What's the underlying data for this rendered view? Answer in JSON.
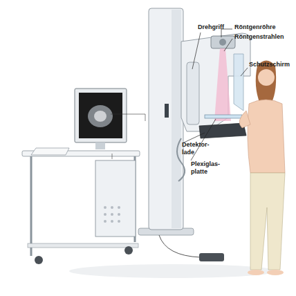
{
  "diagram": {
    "labels": [
      "Drehgriff",
      "Röntgenröhre",
      "Röntgenstrahlen",
      "Schutzschirm",
      "Detektor- lade",
      "Plexiglas- platte"
    ]
  }
}
